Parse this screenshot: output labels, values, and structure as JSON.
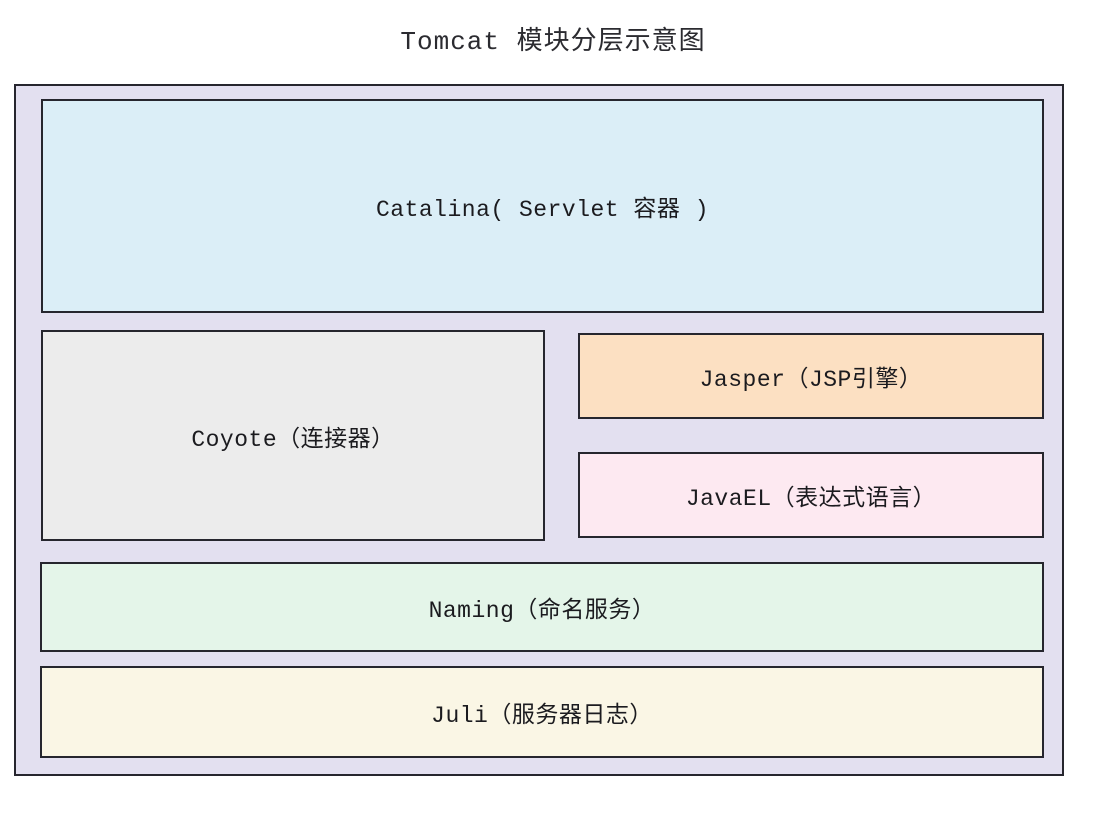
{
  "title": "Tomcat 模块分层示意图",
  "diagram": {
    "container_bg": "#e3e0f0",
    "border_color": "#26262e",
    "text_color": "#1b1b1f",
    "boxes": {
      "catalina": {
        "label": "Catalina( Servlet 容器 )",
        "bg": "#dbeef7"
      },
      "coyote": {
        "label": "Coyote（连接器）",
        "bg": "#ececec"
      },
      "jasper": {
        "label": "Jasper（JSP引擎）",
        "bg": "#fce0c2"
      },
      "javael": {
        "label": "JavaEL（表达式语言）",
        "bg": "#fde9f1"
      },
      "naming": {
        "label": "Naming（命名服务）",
        "bg": "#e4f5e9"
      },
      "juli": {
        "label": "Juli（服务器日志）",
        "bg": "#faf6e5"
      }
    }
  }
}
